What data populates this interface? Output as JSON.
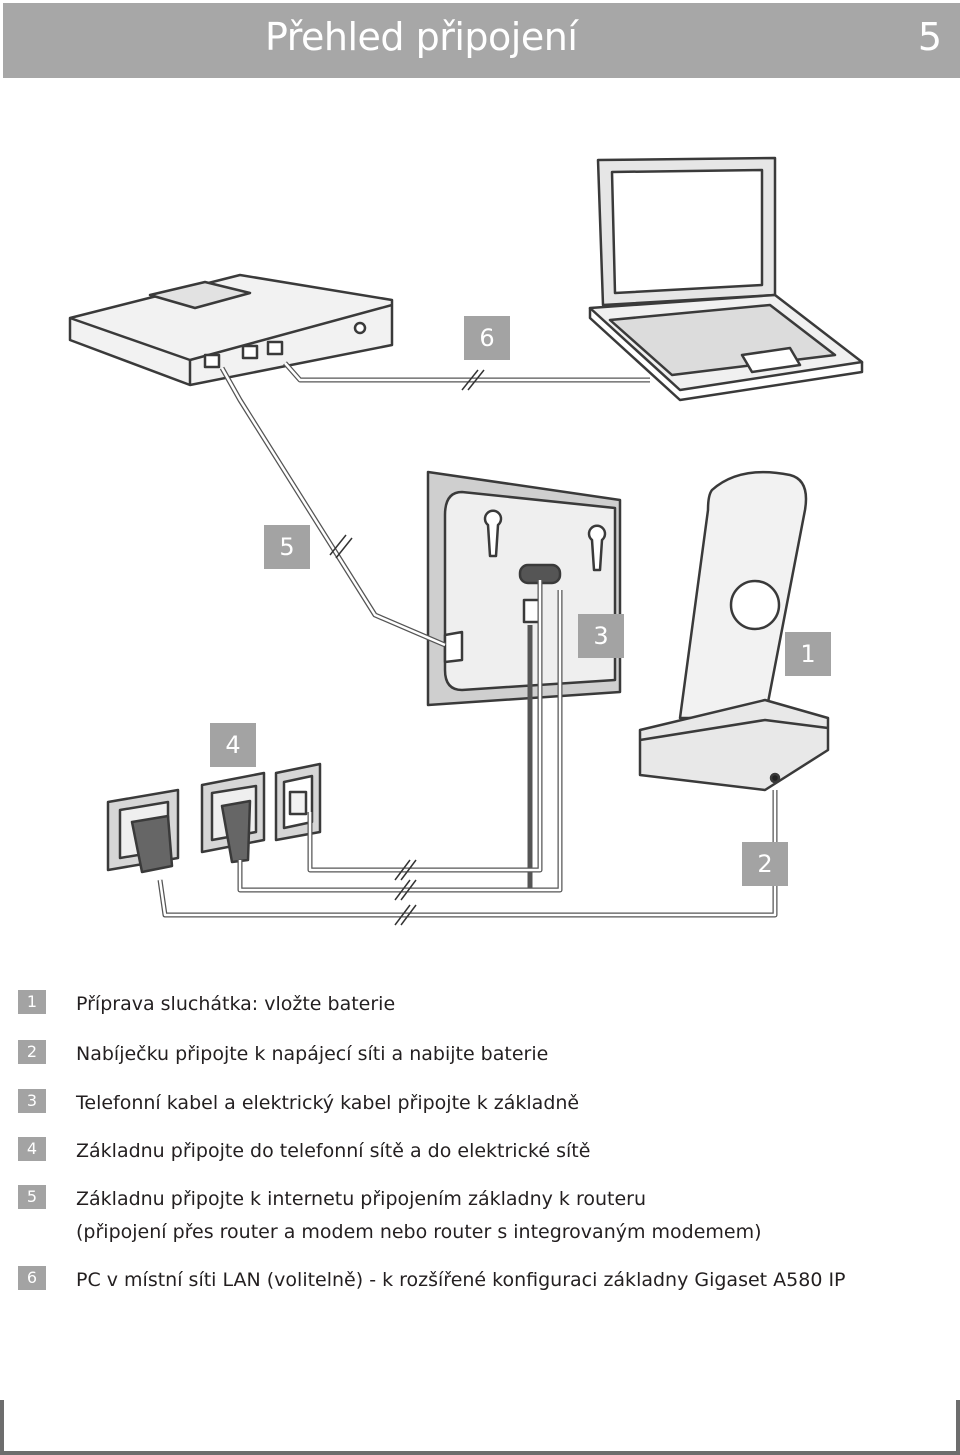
{
  "header": {
    "title": "Přehled připojení",
    "page_number": "5",
    "background_color": "#a7a7a7"
  },
  "diagram": {
    "callouts": [
      "6",
      "5",
      "3",
      "1",
      "4",
      "2"
    ]
  },
  "steps": [
    {
      "number": "1",
      "text": "Příprava sluchátka: vložte baterie"
    },
    {
      "number": "2",
      "text": "Nabíječku připojte k napájecí síti a nabijte baterie"
    },
    {
      "number": "3",
      "text": "Telefonní kabel a elektrický kabel připojte k základně"
    },
    {
      "number": "4",
      "text": "Základnu připojte do telefonní sítě a do elektrické sítě"
    },
    {
      "number": "5",
      "text_line1": "Základnu připojte k internetu připojením základny k routeru",
      "text_line2": "(připojení přes router a modem nebo router s integrovaným modemem)"
    },
    {
      "number": "6",
      "text": "PC v místní síti LAN (volitelně) - k rozšířené konfiguraci základny Gigaset A580 IP"
    }
  ]
}
